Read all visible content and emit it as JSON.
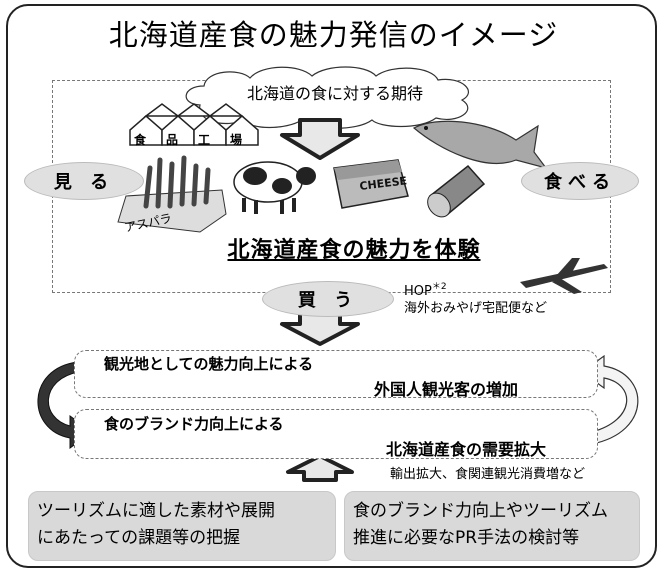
{
  "title": "北海道産食の魅力発信のイメージ",
  "expectation": "北海道の食に対する期待",
  "see": "見 る",
  "eat": "食べる",
  "buy": "買 う",
  "factory_chars": [
    "食",
    "品",
    "工",
    "場"
  ],
  "asparagus": "アスパラ",
  "cheese": "CHEESE",
  "experience": "北海道産食の魅力を体験",
  "hop": {
    "name": "HOP",
    "note": "＊2",
    "detail": "海外おみやげ宅配便など"
  },
  "bands": [
    {
      "line1": "観光地としての魅力向上による",
      "line2": "外国人観光客の増加"
    },
    {
      "line1": "食のブランド力向上による",
      "line2": "北海道産食の需要拡大"
    }
  ],
  "export_note": "輸出拡大、食関連観光消費増など",
  "bottom_left": [
    "ツーリズムに適した素材や展開",
    "にあたっての課題等の把握"
  ],
  "bottom_right": [
    "食のブランド力向上やツーリズム",
    "推進に必要なPR手法の検討等"
  ],
  "colors": {
    "oval": "#e0e0e0",
    "box": "#d9d9d9",
    "arrow": "#333333",
    "arrow_light": "#f4f4f4"
  }
}
